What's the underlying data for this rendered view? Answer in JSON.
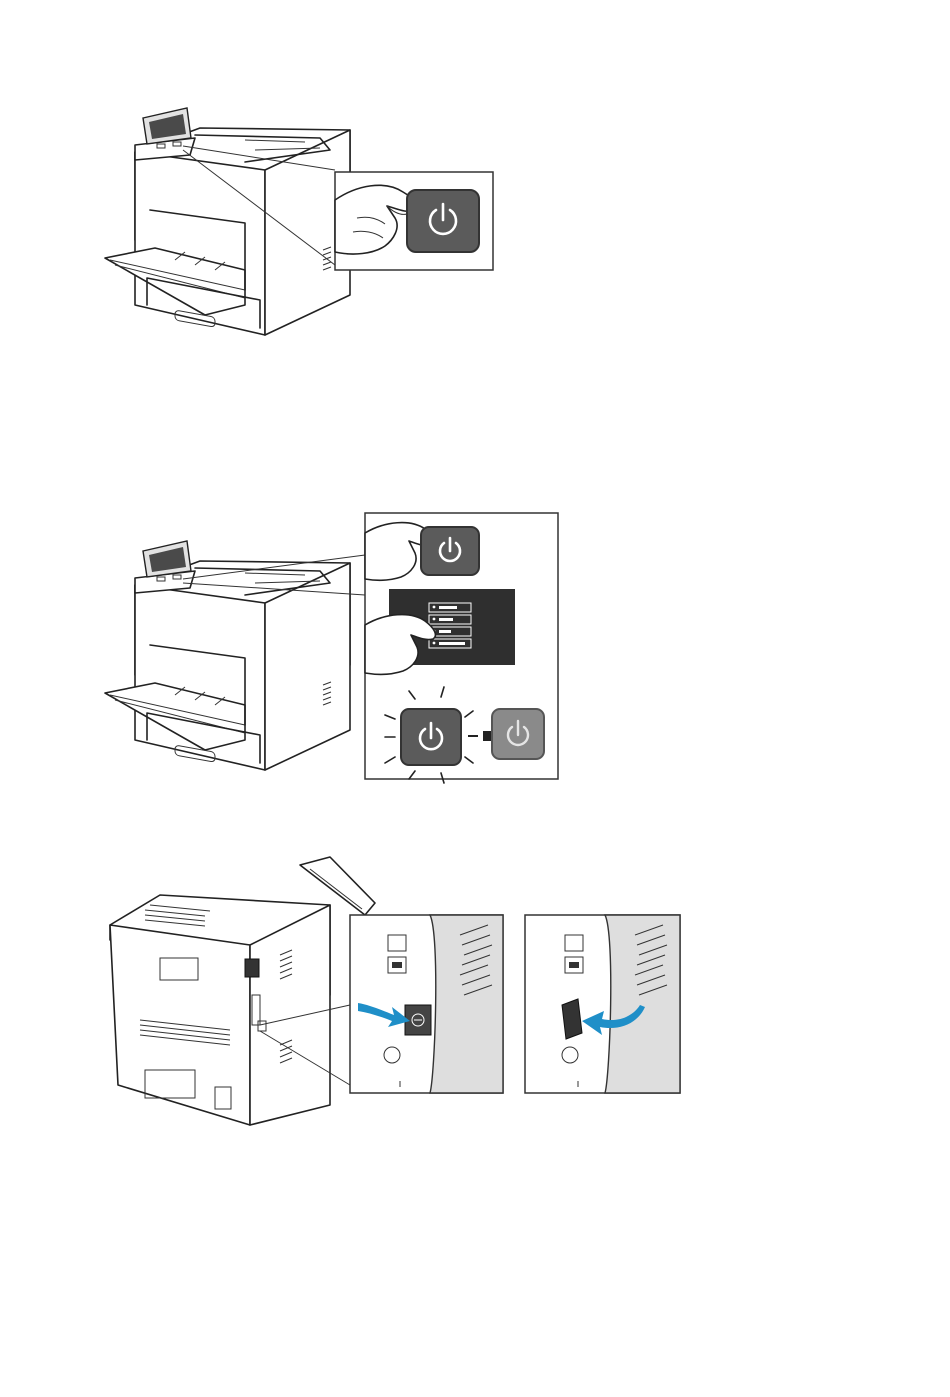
{
  "document": {
    "figures": [
      {
        "id": "press-power-button",
        "icon": "power-icon"
      },
      {
        "id": "power-off-menu-sequence",
        "icons": [
          "power-icon",
          "menu-icon",
          "arrow-right-icon"
        ]
      },
      {
        "id": "rear-usb-port-cover",
        "icons": [
          "usb-icon",
          "blue-arrow-icon"
        ]
      }
    ],
    "colors": {
      "button": "#5b5b5b",
      "button_dim": "#8a8a8a",
      "arrow": "#1f8fc8",
      "panel_screen": "#2f2f2f",
      "outline": "#222222"
    }
  }
}
